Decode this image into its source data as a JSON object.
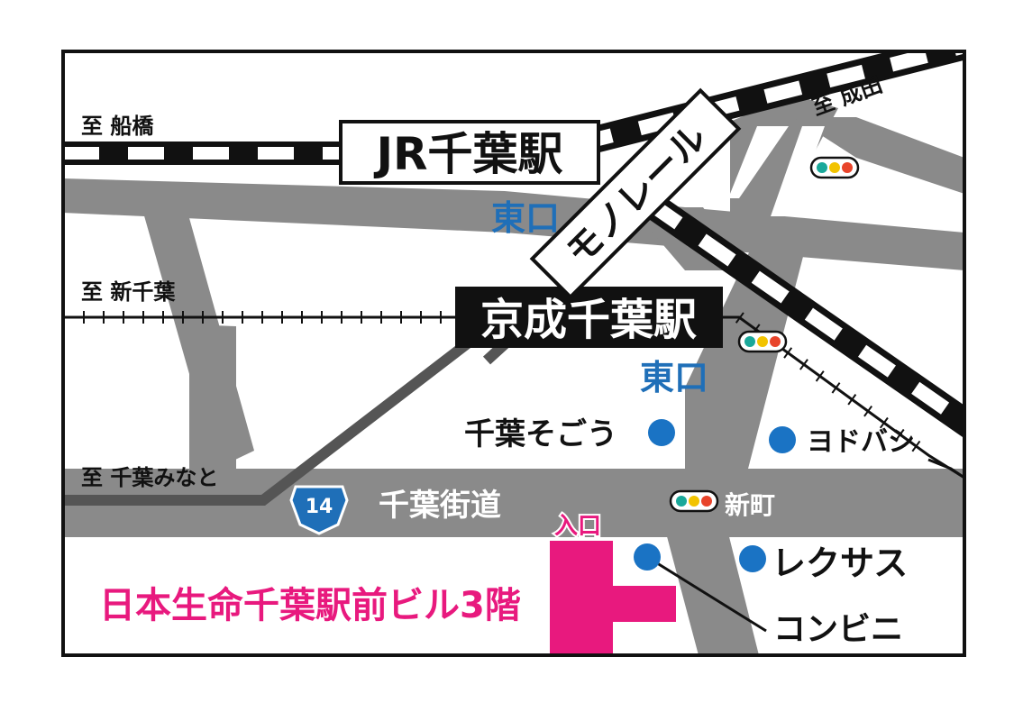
{
  "colors": {
    "road": "#8a8a8a",
    "pink": "#e8197e",
    "blue_text": "#1f6fb8",
    "marker": "#1a73c4",
    "black": "#111111",
    "white": "#ffffff",
    "signal_green": "#1aa89a",
    "signal_yellow": "#f2c300",
    "signal_red": "#e8442b"
  },
  "stations": {
    "jr": "JR千葉駅",
    "keisei": "京成千葉駅",
    "monorail": "モノレール"
  },
  "exits": {
    "jr_east": "東口",
    "keisei_east": "東口"
  },
  "directions": {
    "funabashi": "至 船橋",
    "shin_chiba": "至 新千葉",
    "chiba_minato": "至 千葉みなと",
    "narita": "至 成田"
  },
  "road": {
    "route_number": "14",
    "street_name": "千葉街道"
  },
  "landmarks": {
    "sogo": "千葉そごう",
    "yodobashi": "ヨドバシ",
    "lexus": "レクサス",
    "convenience": "コンビニ",
    "shinmachi": "新町"
  },
  "destination": {
    "building": "日本生命千葉駅前ビル3階",
    "entrance": "入口"
  },
  "icons": {
    "traffic_light": "traffic-light-icon",
    "route_shield": "route-shield-icon",
    "location_marker": "location-dot-icon"
  }
}
